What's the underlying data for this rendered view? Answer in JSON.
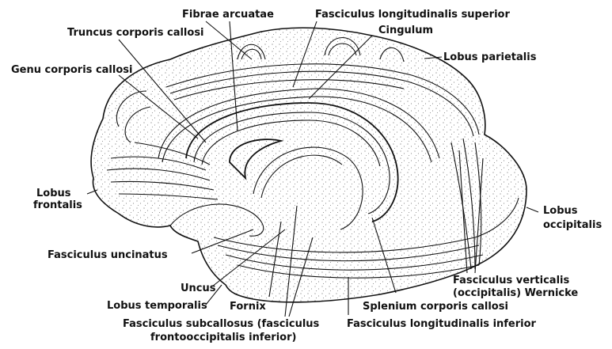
{
  "labels": {
    "fibrae_arcuatae": "Fibrae arcuatae",
    "fasc_long_sup": "Fasciculus longitudinalis superior",
    "truncus": "Truncus corporis callosi",
    "cingulum": "Cingulum",
    "lobus_parietalis": "Lobus parietalis",
    "genu": "Genu corporis callosi",
    "lobus_frontalis_1": "Lobus",
    "lobus_frontalis_2": "frontalis",
    "lobus_occipitalis_1": "Lobus",
    "lobus_occipitalis_2": "occipitalis",
    "fasc_uncinatus": "Fasciculus uncinatus",
    "fasc_verticalis_1": "Fasciculus verticalis",
    "fasc_verticalis_2": "(occipitalis) Wernicke",
    "uncus": "Uncus",
    "lobus_temporalis": "Lobus temporalis",
    "fornix": "Fornix",
    "splenium": "Splenium corporis callosi",
    "fasc_subcallosus_1": "Fasciculus subcallosus (fasciculus",
    "fasc_subcallosus_2": "frontooccipitalis inferior)",
    "fasc_long_inf": "Fasciculus longitudinalis inferior"
  },
  "colors": {
    "ink": "#111111",
    "paper": "#ffffff"
  }
}
